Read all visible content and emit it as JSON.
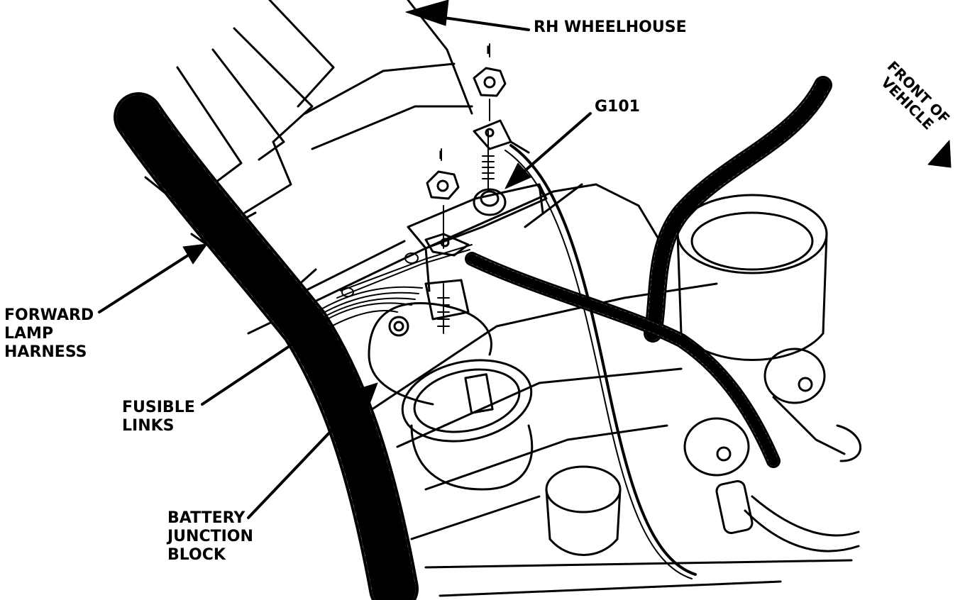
{
  "labels": {
    "rh_wheelhouse": "RH WHEELHOUSE",
    "g101": "G101",
    "front_of_vehicle": [
      "FRONT OF",
      "VEHICLE"
    ],
    "forward_lamp_harness": [
      "FORWARD",
      "LAMP",
      "HARNESS"
    ],
    "fusible_links": [
      "FUSIBLE",
      "LINKS"
    ],
    "battery_junction_block": [
      "BATTERY",
      "JUNCTION",
      "BLOCK"
    ],
    "nut_marker_1": "I",
    "nut_marker_2": "I"
  },
  "colors": {
    "ink": "#000000",
    "paper": "#ffffff"
  }
}
